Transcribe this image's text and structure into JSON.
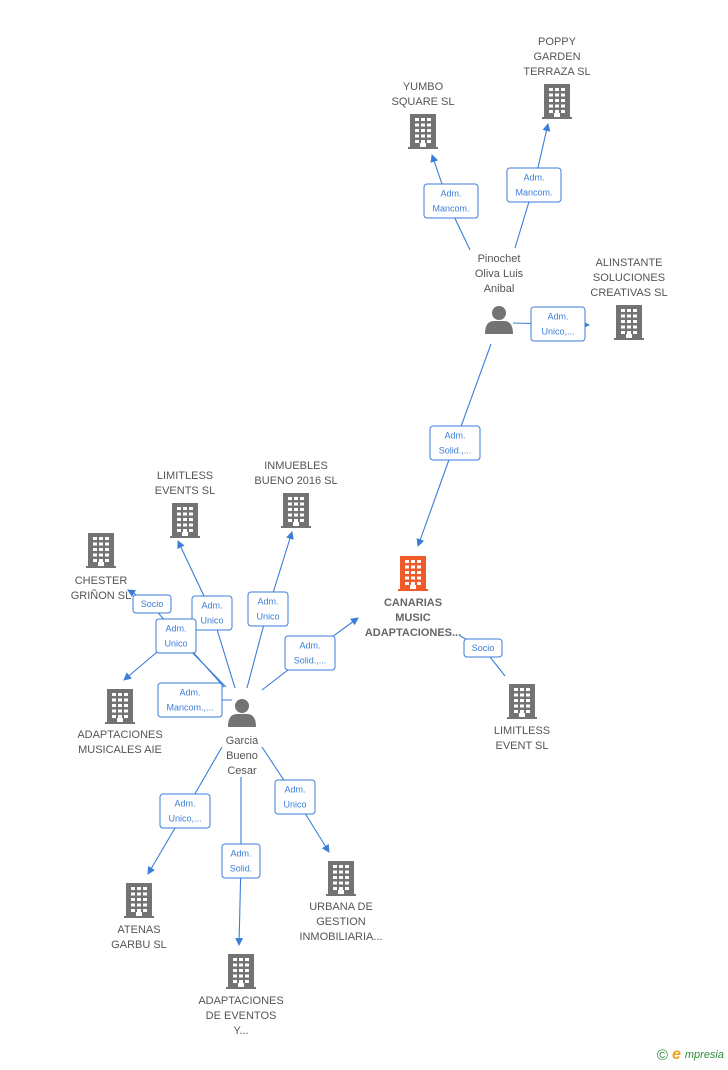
{
  "colors": {
    "edge": "#3b7dd8",
    "building": "#737373",
    "main_building": "#f05a28",
    "person": "#737373",
    "brand": "#2d8a3c"
  },
  "nodes": {
    "canarias": {
      "kind": "main",
      "lines": [
        "CANARIAS",
        "MUSIC",
        "ADAPTACIONES..."
      ]
    },
    "pinochet": {
      "kind": "person",
      "lines": [
        "Pinochet",
        "Oliva Luis",
        "Anibal"
      ]
    },
    "garcia": {
      "kind": "person",
      "lines": [
        "Garcia",
        "Bueno",
        "Cesar"
      ]
    },
    "yumbo": {
      "kind": "company",
      "lines": [
        "YUMBO",
        "SQUARE  SL"
      ]
    },
    "poppy": {
      "kind": "company",
      "lines": [
        "POPPY",
        "GARDEN",
        "TERRAZA  SL"
      ]
    },
    "alinstante": {
      "kind": "company",
      "lines": [
        "ALINSTANTE",
        "SOLUCIONES",
        "CREATIVAS  SL"
      ]
    },
    "limitless_events": {
      "kind": "company",
      "lines": [
        "LIMITLESS",
        "EVENTS  SL"
      ]
    },
    "inmuebles": {
      "kind": "company",
      "lines": [
        "INMUEBLES",
        "BUENO 2016  SL"
      ]
    },
    "chester": {
      "kind": "company",
      "lines": [
        "CHESTER",
        "GRIÑON  SL"
      ]
    },
    "adaptaciones_musicales": {
      "kind": "company",
      "lines": [
        "ADAPTACIONES",
        "MUSICALES AIE"
      ]
    },
    "limitless_event": {
      "kind": "company",
      "lines": [
        "LIMITLESS",
        "EVENT  SL"
      ]
    },
    "atenas": {
      "kind": "company",
      "lines": [
        "ATENAS",
        "GARBU SL"
      ]
    },
    "adaptaciones_eventos": {
      "kind": "company",
      "lines": [
        "ADAPTACIONES",
        "DE EVENTOS",
        "Y..."
      ]
    },
    "urbana": {
      "kind": "company",
      "lines": [
        "URBANA DE",
        "GESTION",
        "INMOBILIARIA..."
      ]
    }
  },
  "edges": [
    {
      "id": "pinochet-yumbo",
      "label": [
        "Adm.",
        "Mancom."
      ]
    },
    {
      "id": "pinochet-poppy",
      "label": [
        "Adm.",
        "Mancom."
      ]
    },
    {
      "id": "pinochet-alinstante",
      "label": [
        "Adm.",
        "Unico,..."
      ]
    },
    {
      "id": "pinochet-canarias",
      "label": [
        "Adm.",
        "Solid.,..."
      ]
    },
    {
      "id": "garcia-canarias",
      "label": [
        "Adm.",
        "Solid.,..."
      ]
    },
    {
      "id": "canarias-limitless-event",
      "label": [
        "Socio"
      ]
    },
    {
      "id": "garcia-chester",
      "label": [
        "Socio"
      ]
    },
    {
      "id": "garcia-limitless-events",
      "label": [
        "Adm.",
        "Unico"
      ]
    },
    {
      "id": "garcia-adaptaciones-musicales",
      "label": [
        "Adm.",
        "Unico"
      ]
    },
    {
      "id": "garcia-inmuebles",
      "label": [
        "Adm.",
        "Unico"
      ]
    },
    {
      "id": "garcia-mancom",
      "label": [
        "Adm.",
        "Mancom.,..."
      ]
    },
    {
      "id": "garcia-atenas",
      "label": [
        "Adm.",
        "Unico,..."
      ]
    },
    {
      "id": "garcia-adaptaciones-eventos",
      "label": [
        "Adm.",
        "Solid."
      ]
    },
    {
      "id": "garcia-urbana",
      "label": [
        "Adm.",
        "Unico"
      ]
    }
  ],
  "footer": {
    "copyright": "©",
    "brand_initial": "e",
    "brand_rest": "mpresia"
  }
}
